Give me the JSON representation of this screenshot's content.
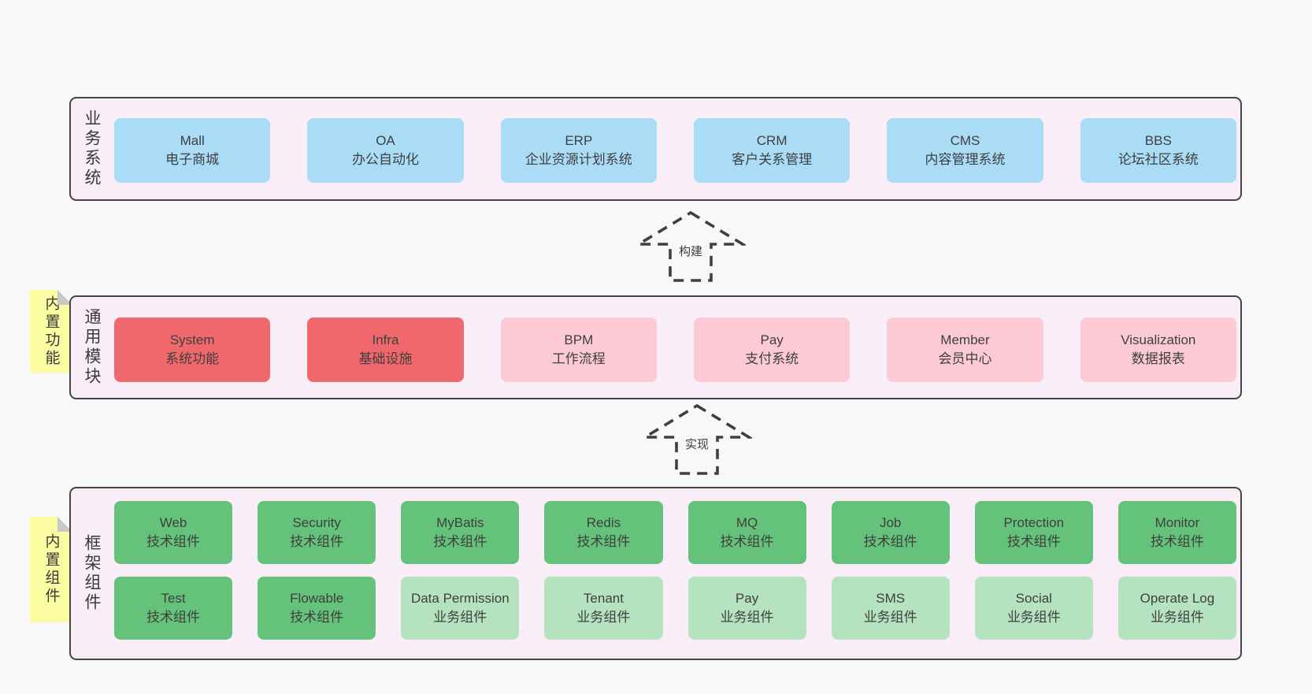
{
  "diagram": {
    "background": "#f8f8f8",
    "panel_bg": "#f9eef7",
    "panel_border": "#454545",
    "colors": {
      "blue": "#aadcf5",
      "red": "#f0686c",
      "pink": "#fbcad5",
      "green": "#65c27a",
      "light_green": "#b5e2bf",
      "note_yellow": "#fbfba2",
      "note_fold": "#c8c8c8",
      "text": "#3d3d3d"
    },
    "sections": [
      {
        "label": "业务系统",
        "boxes": [
          {
            "title": "Mall",
            "subtitle": "电子商城"
          },
          {
            "title": "OA",
            "subtitle": "办公自动化"
          },
          {
            "title": "ERP",
            "subtitle": "企业资源计划系统"
          },
          {
            "title": "CRM",
            "subtitle": "客户关系管理"
          },
          {
            "title": "CMS",
            "subtitle": "内容管理系统"
          },
          {
            "title": "BBS",
            "subtitle": "论坛社区系统"
          }
        ]
      },
      {
        "label": "通用模块",
        "note": "内置功能",
        "boxes": [
          {
            "title": "System",
            "subtitle": "系统功能"
          },
          {
            "title": "Infra",
            "subtitle": "基础设施"
          },
          {
            "title": "BPM",
            "subtitle": "工作流程"
          },
          {
            "title": "Pay",
            "subtitle": "支付系统"
          },
          {
            "title": "Member",
            "subtitle": "会员中心"
          },
          {
            "title": "Visualization",
            "subtitle": "数据报表"
          }
        ]
      },
      {
        "label": "框架组件",
        "note": "内置组件",
        "rows": [
          [
            {
              "title": "Web",
              "subtitle": "技术组件"
            },
            {
              "title": "Security",
              "subtitle": "技术组件"
            },
            {
              "title": "MyBatis",
              "subtitle": "技术组件"
            },
            {
              "title": "Redis",
              "subtitle": "技术组件"
            },
            {
              "title": "MQ",
              "subtitle": "技术组件"
            },
            {
              "title": "Job",
              "subtitle": "技术组件"
            },
            {
              "title": "Protection",
              "subtitle": "技术组件"
            },
            {
              "title": "Monitor",
              "subtitle": "技术组件"
            }
          ],
          [
            {
              "title": "Test",
              "subtitle": "技术组件"
            },
            {
              "title": "Flowable",
              "subtitle": "技术组件"
            },
            {
              "title": "Data Permission",
              "subtitle": "业务组件"
            },
            {
              "title": "Tenant",
              "subtitle": "业务组件"
            },
            {
              "title": "Pay",
              "subtitle": "业务组件"
            },
            {
              "title": "SMS",
              "subtitle": "业务组件"
            },
            {
              "title": "Social",
              "subtitle": "业务组件"
            },
            {
              "title": "Operate Log",
              "subtitle": "业务组件"
            }
          ]
        ]
      }
    ],
    "arrows": [
      {
        "label": "构建"
      },
      {
        "label": "实现"
      }
    ]
  }
}
